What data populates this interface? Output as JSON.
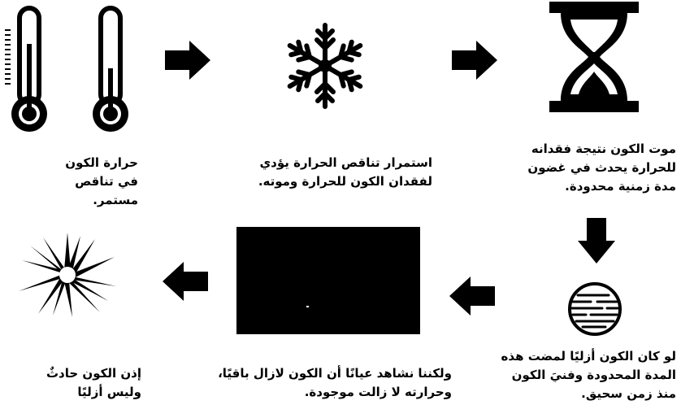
{
  "captions": {
    "thermometers": "حرارة الكون في تناقص مستمر.",
    "snowflake": "استمرار تناقص الحرارة يؤدي لفقدان الكون للحرارة وموته.",
    "hourglass": "موت الكون نتيجة فقدانه للحرارة يحدث في غضون مدة زمنية محدودة.",
    "universe": "لو كان الكون أزليًا لمضت هذه المدة المحدودة وفنيَ الكون منذ زمن سحيق.",
    "dark_box": "ولكننا نشاهد عيانًا أن الكون لازال باقيًا، وحرارته لا زالت موجودة.",
    "explosion": "إذن الكون حادثٌ وليس أزليًا"
  },
  "colors": {
    "ink": "#000000",
    "background": "#ffffff"
  },
  "icons": {
    "thermometer_left": "thermometer-icon",
    "thermometer_right": "thermometer-icon",
    "snowflake": "snowflake-icon",
    "hourglass": "hourglass-icon",
    "universe": "planet-icon",
    "dark_box": "dark-universe-box",
    "explosion": "explosion-icon",
    "arrows": [
      "arrow-right-icon",
      "arrow-right-icon",
      "arrow-down-icon",
      "arrow-left-icon",
      "arrow-left-icon"
    ]
  }
}
